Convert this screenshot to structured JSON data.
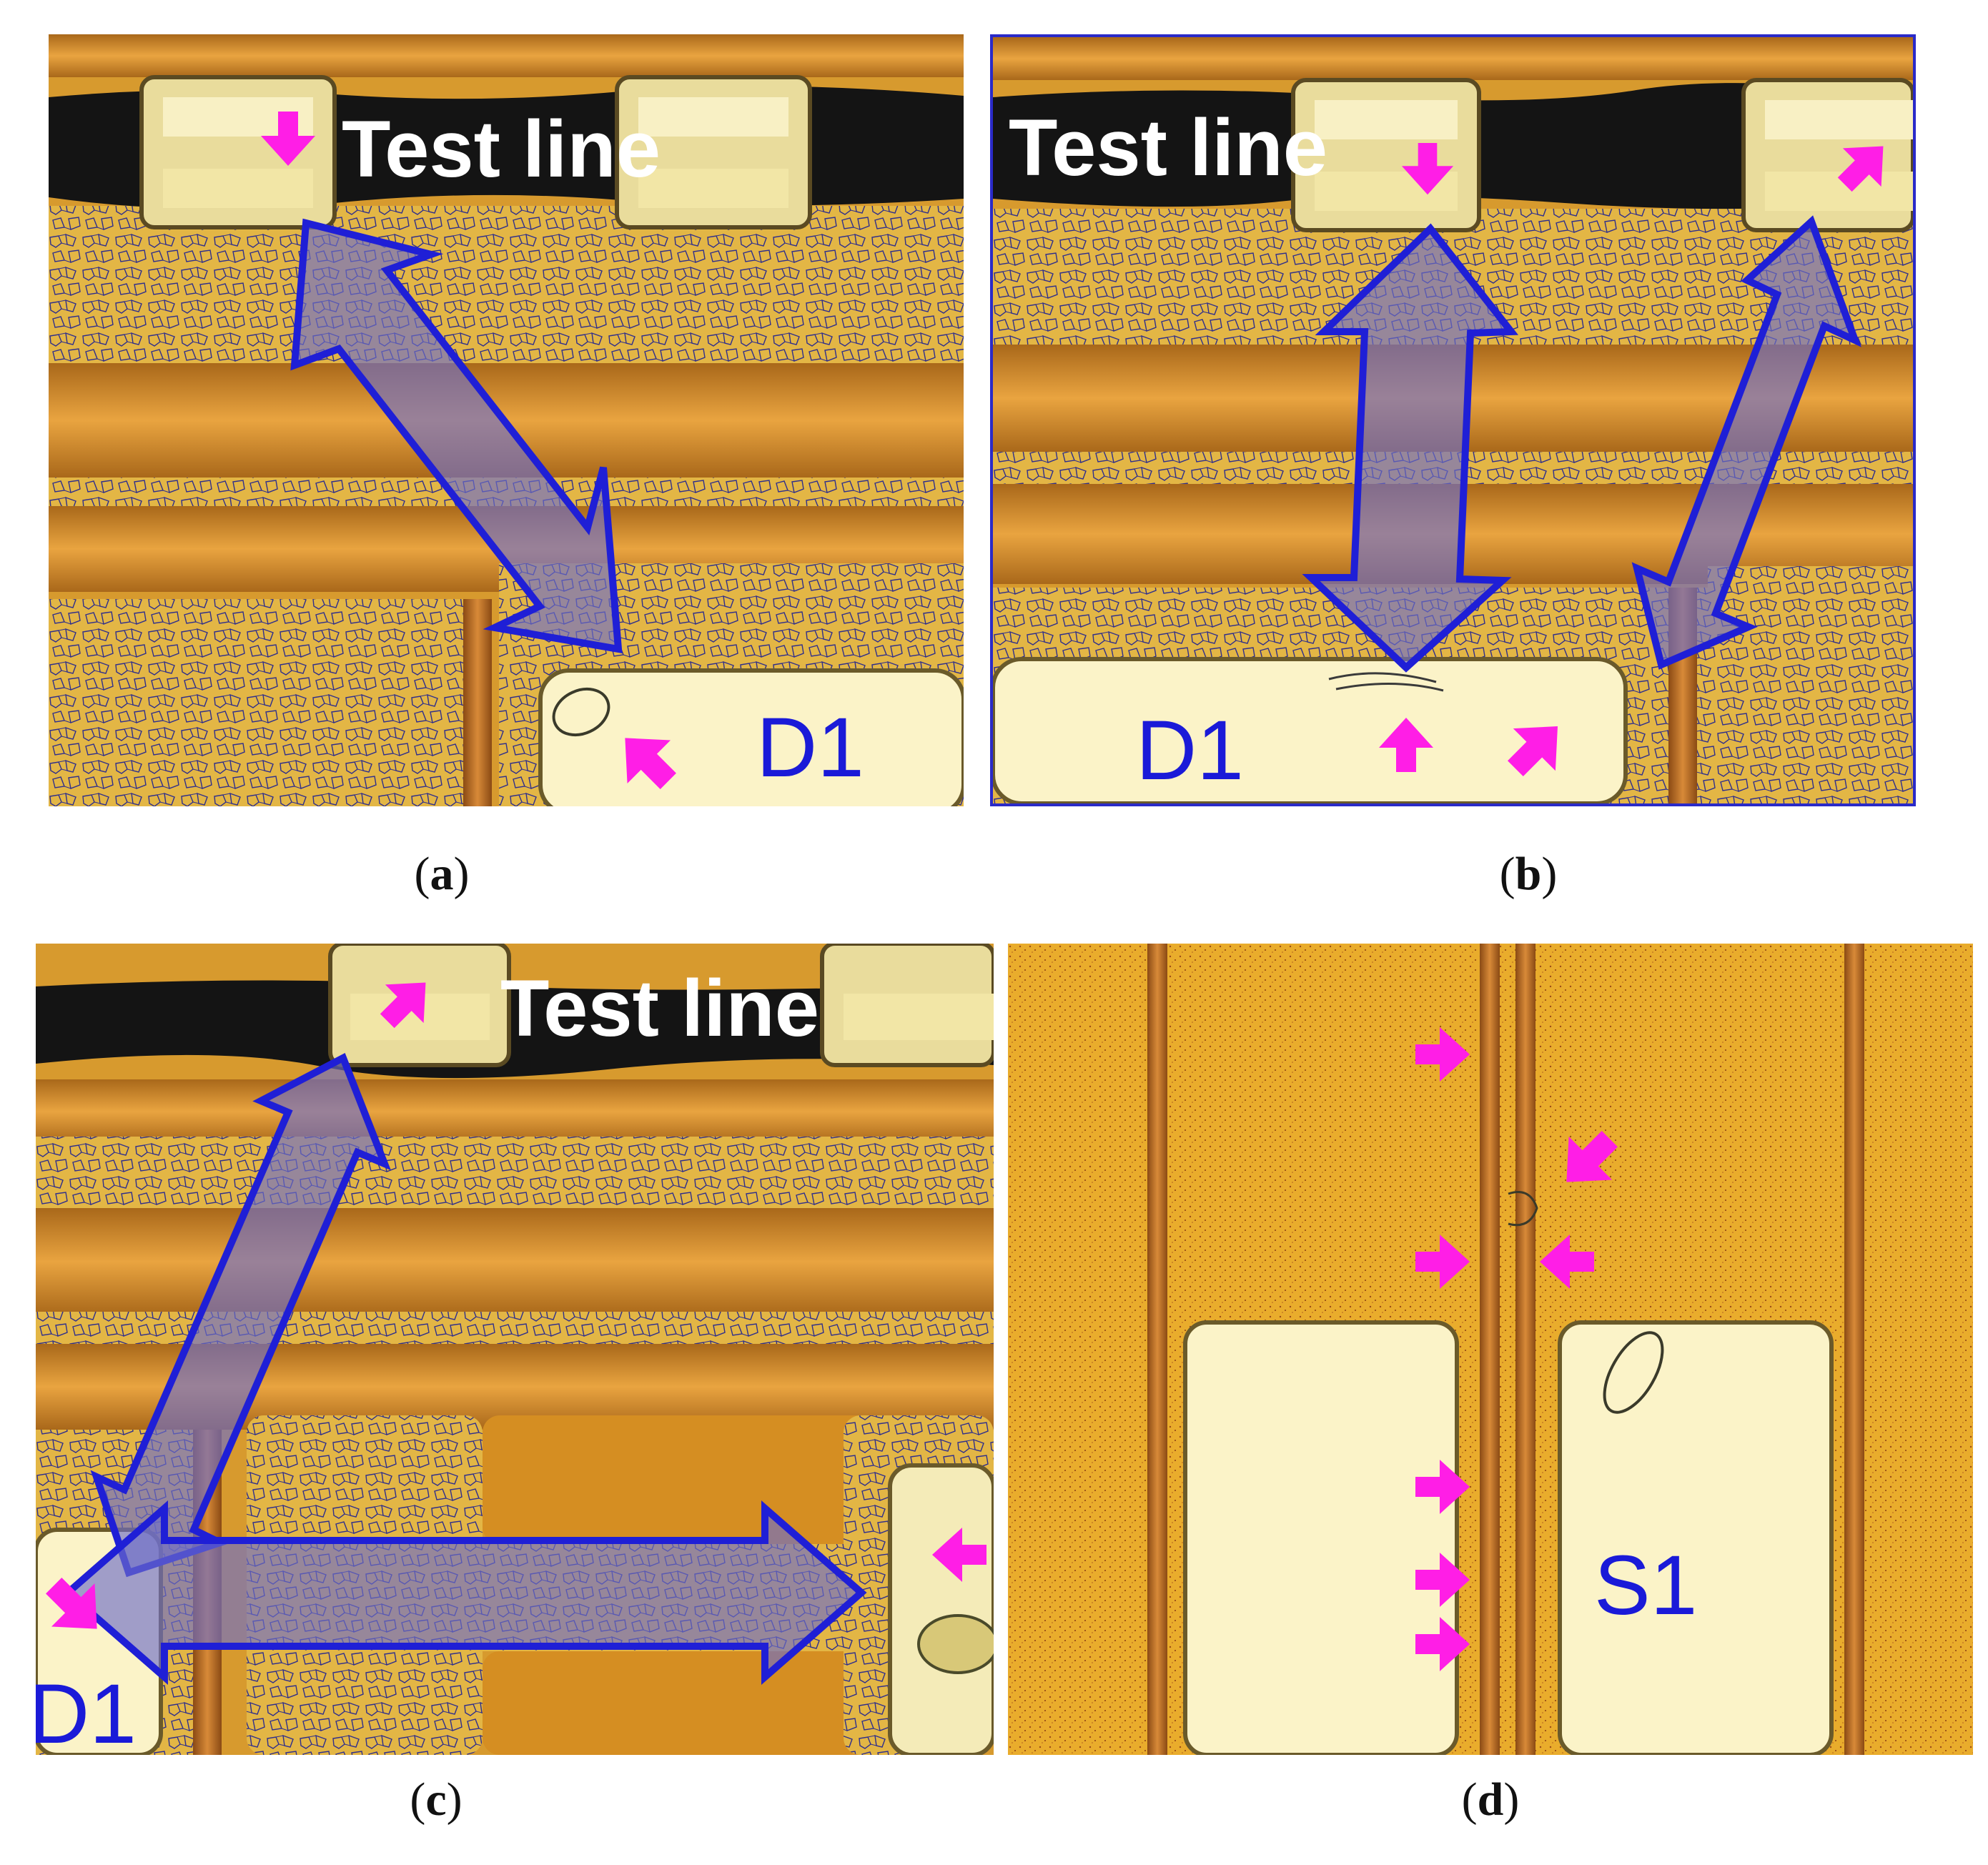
{
  "panels": {
    "a": {
      "caption": "a",
      "test_label": "Test line",
      "pad_label": "D1"
    },
    "b": {
      "caption": "b",
      "test_label": "Test line",
      "pad_label": "D1"
    },
    "c": {
      "caption": "c",
      "test_label": "Test line",
      "pad_label": "D1"
    },
    "d": {
      "caption": "d",
      "pad_label": "S1"
    }
  },
  "colors": {
    "metal_gold": "#e8b43a",
    "metal_dark": "#b9781c",
    "pad_cream": "#fbf3c8",
    "test_line_black": "#141414",
    "arrow_blue": "#1f1fd6",
    "arrow_fill": "#6e6ec8",
    "marker_magenta": "#ff1ee6",
    "label_blue": "#1a1ad8"
  }
}
